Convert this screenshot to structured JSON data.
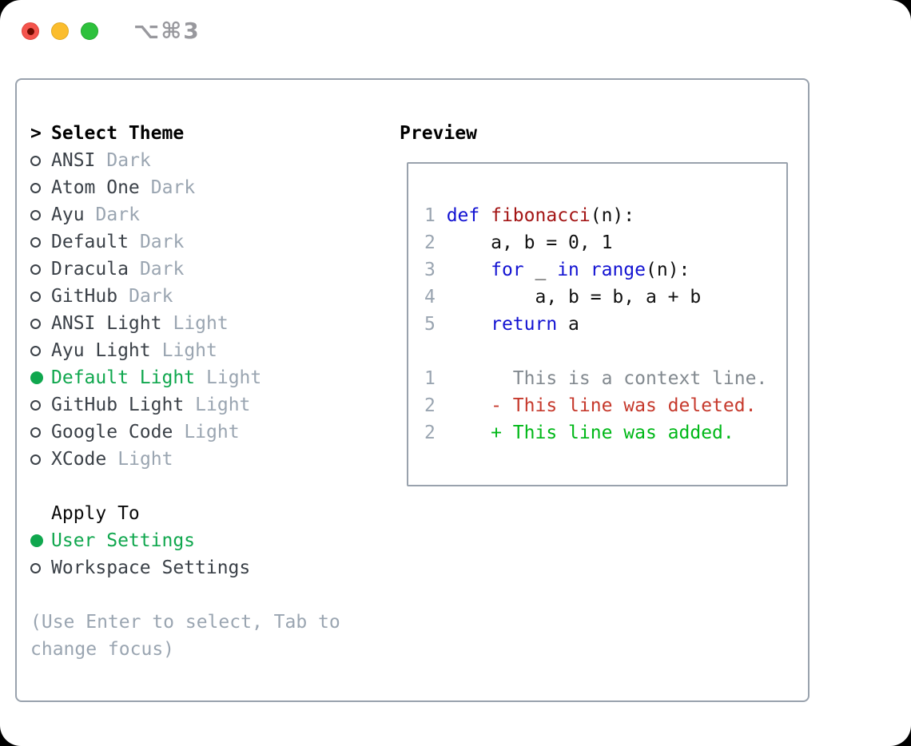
{
  "titlebar": {
    "title": "⌥⌘3"
  },
  "theme_list": {
    "prompt": ">",
    "header": "Select Theme",
    "items": [
      {
        "name": "ANSI",
        "variant": "Dark",
        "selected": false
      },
      {
        "name": "Atom One",
        "variant": "Dark",
        "selected": false
      },
      {
        "name": "Ayu",
        "variant": "Dark",
        "selected": false
      },
      {
        "name": "Default",
        "variant": "Dark",
        "selected": false
      },
      {
        "name": "Dracula",
        "variant": "Dark",
        "selected": false
      },
      {
        "name": "GitHub",
        "variant": "Dark",
        "selected": false
      },
      {
        "name": "ANSI Light",
        "variant": "Light",
        "selected": false
      },
      {
        "name": "Ayu Light",
        "variant": "Light",
        "selected": false
      },
      {
        "name": "Default Light",
        "variant": "Light",
        "selected": true
      },
      {
        "name": "GitHub Light",
        "variant": "Light",
        "selected": false
      },
      {
        "name": "Google Code",
        "variant": "Light",
        "selected": false
      },
      {
        "name": "XCode",
        "variant": "Light",
        "selected": false
      }
    ]
  },
  "apply_to": {
    "header": "Apply To",
    "items": [
      {
        "label": "User Settings",
        "selected": true
      },
      {
        "label": "Workspace Settings",
        "selected": false
      }
    ]
  },
  "hint": "(Use Enter to select, Tab to change focus)",
  "preview": {
    "header": "Preview",
    "code_lines": [
      {
        "parts": [
          [
            "num",
            "1 "
          ],
          [
            "kw",
            "def"
          ],
          [
            "plain",
            " "
          ],
          [
            "fn",
            "fibonacci"
          ],
          [
            "plain",
            "(n):"
          ]
        ]
      },
      {
        "parts": [
          [
            "num",
            "2 "
          ],
          [
            "plain",
            "    a, b = 0, 1"
          ]
        ]
      },
      {
        "parts": [
          [
            "num",
            "3 "
          ],
          [
            "plain",
            "    "
          ],
          [
            "kw",
            "for"
          ],
          [
            "plain",
            " _ "
          ],
          [
            "kw",
            "in"
          ],
          [
            "plain",
            " "
          ],
          [
            "kw",
            "range"
          ],
          [
            "plain",
            "(n):"
          ]
        ]
      },
      {
        "parts": [
          [
            "num",
            "4 "
          ],
          [
            "plain",
            "        a, b = b, a + b"
          ]
        ]
      },
      {
        "parts": [
          [
            "num",
            "5 "
          ],
          [
            "plain",
            "    "
          ],
          [
            "kw",
            "return"
          ],
          [
            "plain",
            " a"
          ]
        ]
      },
      {
        "parts": []
      },
      {
        "parts": [
          [
            "num",
            "1"
          ],
          [
            "plain",
            "       "
          ],
          [
            "ctx",
            "This is a context line."
          ]
        ]
      },
      {
        "parts": [
          [
            "num",
            "2"
          ],
          [
            "plain",
            "     "
          ],
          [
            "del",
            "- This line was deleted."
          ]
        ]
      },
      {
        "parts": [
          [
            "num",
            "2"
          ],
          [
            "plain",
            "     "
          ],
          [
            "add",
            "+ This line was added."
          ]
        ]
      }
    ]
  },
  "colors": {
    "accent-green": "#10a74e",
    "added-green": "#00b818",
    "deleted-red": "#c6392c",
    "keyword-blue": "#1313d2",
    "function-red": "#a31515",
    "muted-gray": "#9aa5b1",
    "context-gray": "#82898f",
    "text-dark": "#3b4148",
    "border-gray": "#99a2ad",
    "title-gray": "#98989d"
  }
}
